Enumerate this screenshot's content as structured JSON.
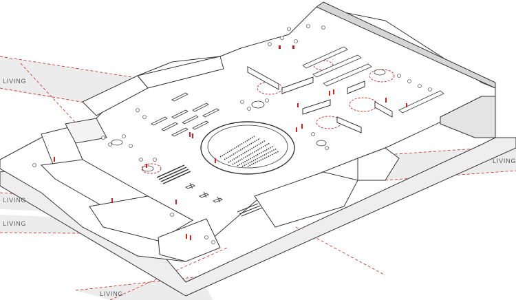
{
  "diagram": {
    "zone_labels": [
      "LIVING",
      "LIVING",
      "LIVING",
      "LIVING",
      "LIVING"
    ],
    "colors": {
      "line": "#333333",
      "band": "#dcdcdc",
      "accent": "#cc1f1f",
      "paper": "#ffffff"
    }
  }
}
